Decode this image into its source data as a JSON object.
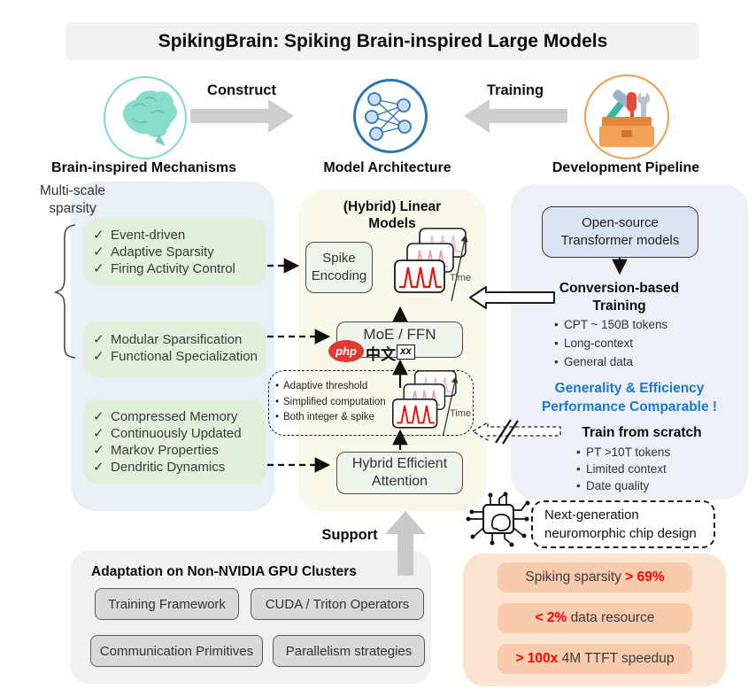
{
  "title": "SpikingBrain: Spiking Brain-inspired Large Models",
  "icons": {
    "check": "✓",
    "bullet": "•"
  },
  "top": {
    "construct_label": "Construct",
    "training_label": "Training",
    "brain_label": "Brain-inspired Mechanisms",
    "model_label": "Model Architecture",
    "pipeline_label": "Development Pipeline"
  },
  "left": {
    "heading_line1": "Multi-scale",
    "heading_line2": "sparsity",
    "groups": [
      {
        "items": [
          "Event-driven",
          "Adaptive Sparsity",
          "Firing Activity Control"
        ]
      },
      {
        "items": [
          "Modular Sparsification",
          "Functional Specialization"
        ]
      },
      {
        "items": [
          "Compressed Memory",
          "Continuously Updated",
          "Markov Properties",
          "Dendritic Dynamics"
        ]
      }
    ]
  },
  "middle": {
    "title_line1": "(Hybrid) Linear",
    "title_line2": "Models",
    "spike_encoding_line1": "Spike",
    "spike_encoding_line2": "Encoding",
    "moe_label": "MoE / FFN",
    "badge_php": "php",
    "badge_cn": "中文",
    "badge_xx": "xx",
    "time_label": "Time",
    "dashed_notes": [
      "Adaptive threshold",
      "Simplified computation",
      "Both integer & spike"
    ],
    "attention_line1": "Hybrid Efficient",
    "attention_line2": "Attention",
    "support_label": "Support"
  },
  "right": {
    "open_source_line1": "Open-source",
    "open_source_line2": "Transformer models",
    "conversion_title_line1": "Conversion-based",
    "conversion_title_line2": "Training",
    "conversion_bullets": [
      "CPT ~ 150B tokens",
      "Long-context",
      "General data"
    ],
    "highlight_line1": "Generality & Efficiency",
    "highlight_line2": "Performance Comparable !",
    "scratch_title": "Train from scratch",
    "scratch_bullets": [
      "PT >10T tokens",
      "Limited context",
      "Date quality"
    ],
    "chip_line1": "Next-generation",
    "chip_line2": "neuromorphic chip design"
  },
  "results": {
    "pills": [
      {
        "pre": "Spiking sparsity ",
        "red": "> 69%",
        "post": ""
      },
      {
        "pre": "",
        "red": "< 2%",
        "post": " data resource"
      },
      {
        "pre": "",
        "red": "> 100x",
        "post": " 4M TTFT speedup"
      }
    ]
  },
  "adaptation": {
    "title": "Adaptation on Non-NVIDIA GPU Clusters",
    "boxes": [
      "Training Framework",
      "CUDA / Triton Operators",
      "Communication Primitives",
      "Parallelism strategies"
    ]
  },
  "colors": {
    "accent_blue": "#1b79cb",
    "result_red": "#fd0002",
    "teal": "#7edacc",
    "node_blue": "#2e75b6",
    "orange": "#f09e50"
  }
}
